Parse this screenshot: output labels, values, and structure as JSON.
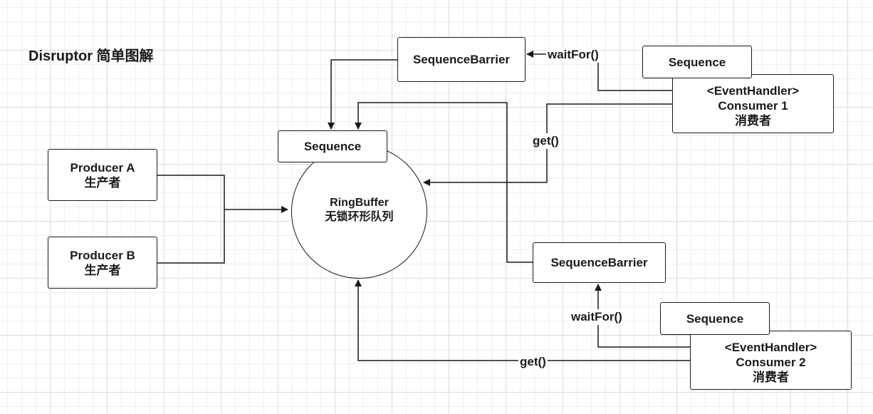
{
  "title": "Disruptor 简单图解",
  "ring_buffer": {
    "name": "RingBuffer",
    "desc": "无锁环形队列"
  },
  "ring_sequence": "Sequence",
  "producers": [
    {
      "name": "Producer A",
      "role": "生产者"
    },
    {
      "name": "Producer B",
      "role": "生产者"
    }
  ],
  "consumers": [
    {
      "handler": "<EventHandler>",
      "name": "Consumer 1",
      "role": "消费者",
      "sequence": "Sequence",
      "barrier": "SequenceBarrier",
      "wait_label": "waitFor()",
      "get_label": "get()"
    },
    {
      "handler": "<EventHandler>",
      "name": "Consumer 2",
      "role": "消费者",
      "sequence": "Sequence",
      "barrier": "SequenceBarrier",
      "wait_label": "waitFor()",
      "get_label": "get()"
    }
  ],
  "colors": {
    "line": "#1a1a1a",
    "fill": "#ffffff",
    "grid": "#dcdcdc"
  }
}
